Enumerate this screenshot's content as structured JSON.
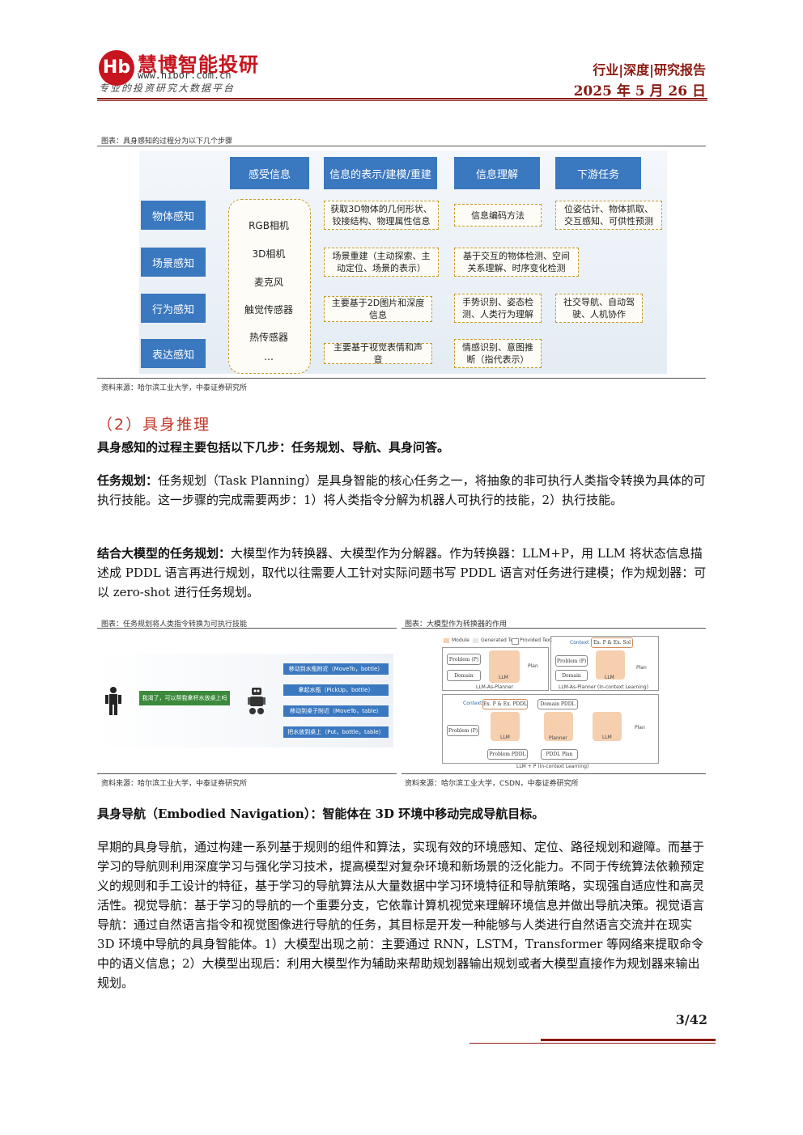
{
  "header": {
    "logo_mark": "Hb",
    "logo_name": "慧博智能投研",
    "logo_url": "www.hibor.com.cn",
    "logo_slogan": "专业的投资研究大数据平台",
    "category": "行业|深度|研究报告",
    "date": "2025 年 5 月 26 日"
  },
  "figure1": {
    "caption": "图表：具身感知的过程分为以下几个步骤",
    "col_headers": [
      "感受信息",
      "信息的表示/建模/重建",
      "信息理解",
      "下游任务"
    ],
    "row_headers": [
      "物体感知",
      "场景感知",
      "行为感知",
      "表达感知"
    ],
    "sensors": [
      "RGB相机",
      "3D相机",
      "麦克风",
      "触觉传感器",
      "热传感器",
      "…"
    ],
    "cells": {
      "r1c2": "获取3D物体的几何形状、铰接结构、物理属性信息",
      "r1c3": "信息编码方法",
      "r1c4": "位姿估计、物体抓取、交互感知、可供性预测",
      "r2c2": "场景重建（主动探索、主动定位、场景的表示）",
      "r2c3": "基于交互的物体检测、空间关系理解、时序变化检测",
      "r3c2": "主要基于2D图片和深度信息",
      "r3c3": "手势识别、姿态检测、人类行为理解",
      "r3c4": "社交导航、自动驾驶、人机协作",
      "r4c2": "主要基于视觉表情和声音",
      "r4c3": "情感识别、意图推断（指代表示）"
    },
    "source": "资料来源：哈尔滨工业大学，中泰证券研究所"
  },
  "section": {
    "title": "（2）具身推理",
    "lead": "具身感知的过程主要包括以下几步：任务规划、导航、具身问答。"
  },
  "para1": {
    "bold": "任务规划：",
    "text": "任务规划（Task Planning）是具身智能的核心任务之一，将抽象的非可执行人类指令转换为具体的可执行技能。这一步骤的完成需要两步：1）将人类指令分解为机器人可执行的技能，2）执行技能。"
  },
  "para2": {
    "bold": "结合大模型的任务规划：",
    "text": "大模型作为转换器、大模型作为分解器。作为转换器：LLM+P，用 LLM 将状态信息描述成 PDDL 语言再进行规划，取代以往需要人工针对实际问题书写 PDDL 语言对任务进行建模；作为规划器：可以 zero-shot 进行任务规划。"
  },
  "figure2": {
    "caption": "图表：任务规划将人类指令转换为可执行技能",
    "instruction": "我渴了，可以帮我拿杯水放桌上吗",
    "steps": [
      "移动到水瓶附近（MoveTo，bottle）",
      "拿起水瓶（PickUp，bottle）",
      "移动到桌子附近（MoveTo，table）",
      "把水放到桌上（Put，bottle，table）"
    ],
    "source": "资料来源：哈尔滨工业大学，中泰证券研究所"
  },
  "figure3": {
    "caption": "图表：大模型作为转换器的作用",
    "legend": [
      "Module",
      "Generated Text",
      "Provided Text"
    ],
    "labels": {
      "problem": "Problem (P)",
      "domain": "Domain",
      "llm": "LLM",
      "plan": "Plan",
      "context1": "Context",
      "ex1": "Ex. P & Ex. Sol",
      "ex2": "Ex. P & Ex. PDDL",
      "domain_pddl": "Domain PDDL",
      "problem_pddl": "Problem PDDL",
      "planner": "Planner",
      "pddl_plan": "PDDL Plan",
      "sub1": "LLM-As-Planner",
      "sub2": "LLM-As-Planner (In-context Learning)",
      "sub3": "LLM + P (In-context Learning)"
    },
    "source": "资料来源：哈尔滨工业大学，CSDN，中泰证券研究所"
  },
  "para3": {
    "bold": "具身导航（Embodied Navigation）：智能体在 3D 环境中移动完成导航目标。"
  },
  "para4": {
    "text": "早期的具身导航，通过构建一系列基于规则的组件和算法，实现有效的环境感知、定位、路径规划和避障。而基于学习的导航则利用深度学习与强化学习技术，提高模型对复杂环境和新场景的泛化能力。不同于传统算法依赖预定义的规则和手工设计的特征，基于学习的导航算法从大量数据中学习环境特征和导航策略，实现强自适应性和高灵活性。视觉导航：基于学习的导航的一个重要分支，它依靠计算机视觉来理解环境信息并做出导航决策。视觉语言导航：通过自然语言指令和视觉图像进行导航的任务，其目标是开发一种能够与人类进行自然语言交流并在现实 3D 环境中导航的具身智能体。1）大模型出现之前：主要通过 RNN，LSTM，Transformer 等网络来提取命令中的语义信息；2）大模型出现后：利用大模型作为辅助来帮助规划器输出规划或者大模型直接作为规划器来输出规划。"
  },
  "footer": {
    "page": "3/42"
  },
  "colors": {
    "brand_red": "#c8141e",
    "header_brown": "#8a1a12",
    "box_blue": "#3a78c0",
    "section_red": "#c0392b"
  }
}
